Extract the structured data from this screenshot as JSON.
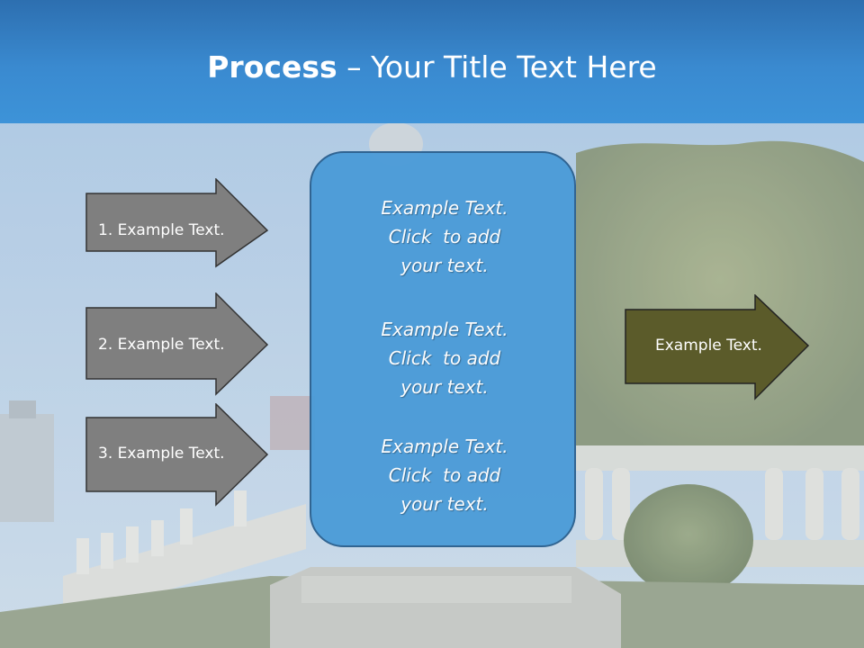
{
  "slide": {
    "title_bold": "Process",
    "title_rest": " – Your Title Text Here",
    "left_arrows": [
      {
        "label": "1. Example Text."
      },
      {
        "label": "2. Example Text."
      },
      {
        "label": "3. Example Text."
      }
    ],
    "center_blocks": [
      {
        "line1": "Example Text.",
        "line2": "Click  to add",
        "line3": "your text."
      },
      {
        "line1": "Example Text.",
        "line2": "Click  to add",
        "line3": "your text."
      },
      {
        "line1": "Example Text.",
        "line2": "Click  to add",
        "line3": "your text."
      }
    ],
    "right_arrow": {
      "label": "Example Text."
    }
  },
  "colors": {
    "title_bar": "#3a8ad0",
    "left_arrow_fill": "#7f7f7f",
    "right_arrow_fill": "#5b5b2a",
    "center_box_fill": "#4a9bd8",
    "center_box_border": "#2a5f8e"
  }
}
